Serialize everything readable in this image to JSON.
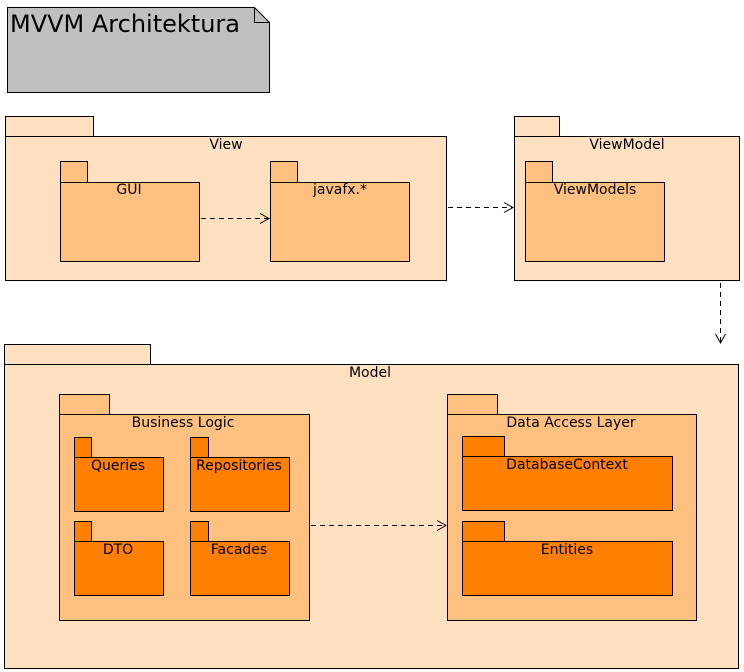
{
  "note": {
    "title": "MVVM Architektura",
    "color": "#c0c0c0"
  },
  "colors": {
    "outer_package": "#ffe0c0",
    "mid_package": "#ffc080",
    "inner_package": "#ff8000",
    "stroke": "#000000"
  },
  "packages": {
    "view": {
      "label": "View"
    },
    "gui": {
      "label": "GUI"
    },
    "javafx": {
      "label": "javafx.*"
    },
    "viewmodel": {
      "label": "ViewModel"
    },
    "viewmodels": {
      "label": "ViewModels"
    },
    "model": {
      "label": "Model"
    },
    "business_logic": {
      "label": "Business Logic"
    },
    "queries": {
      "label": "Queries"
    },
    "repositories": {
      "label": "Repositories"
    },
    "dto": {
      "label": "DTO"
    },
    "facades": {
      "label": "Facades"
    },
    "data_access_layer": {
      "label": "Data Access Layer"
    },
    "database_context": {
      "label": "DatabaseContext"
    },
    "entities": {
      "label": "Entities"
    }
  },
  "dependencies": [
    {
      "from": "GUI",
      "to": "javafx.*"
    },
    {
      "from": "View",
      "to": "ViewModel"
    },
    {
      "from": "ViewModel",
      "to": "Model"
    },
    {
      "from": "Business Logic",
      "to": "Data Access Layer"
    }
  ]
}
